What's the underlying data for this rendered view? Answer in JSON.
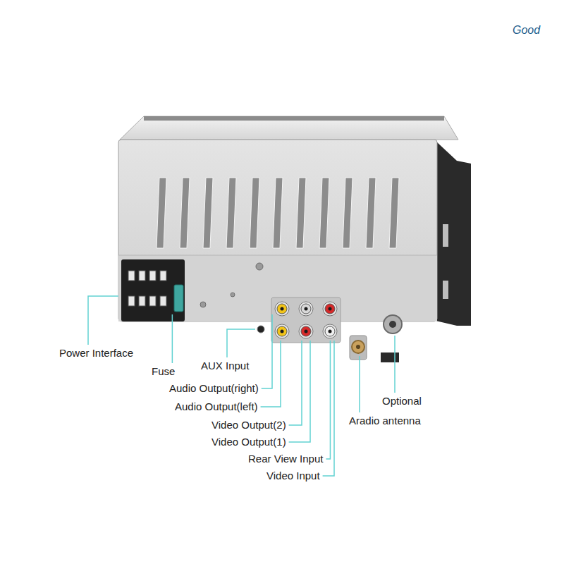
{
  "diagram": {
    "labels": [
      "Good",
      "Power Interface",
      "Fuse",
      "AUX Input",
      "Audio Output(right)",
      "Audio Output(left)",
      "Video Output(2)",
      "Video Output(1)",
      "Rear View Input",
      "Video Input",
      "Optional",
      "Aradio antenna"
    ]
  }
}
